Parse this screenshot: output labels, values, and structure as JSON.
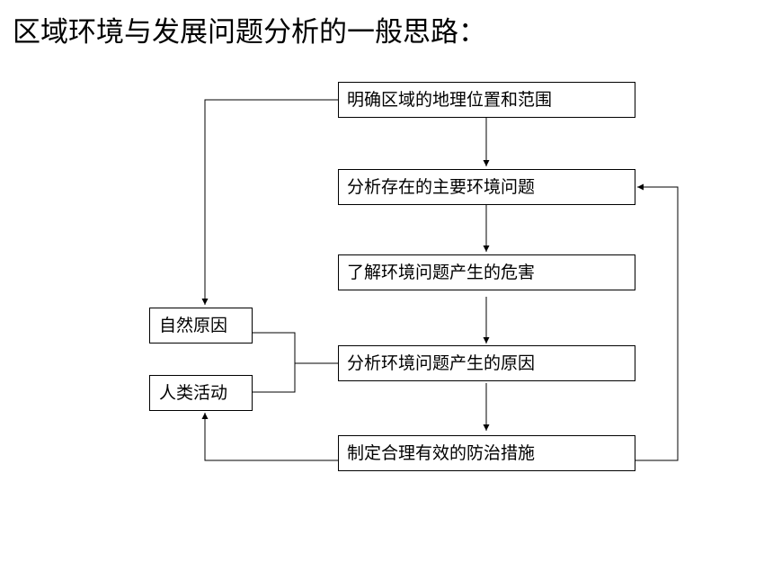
{
  "title": "区域环境与发展问题分析的一般思路：",
  "steps": [
    "明确区域的地理位置和范围",
    "分析存在的主要环境问题",
    "了解环境问题产生的危害",
    "分析环境问题产生的原因",
    "制定合理有效的防治措施"
  ],
  "causes": [
    "自然原因",
    "人类活动"
  ]
}
